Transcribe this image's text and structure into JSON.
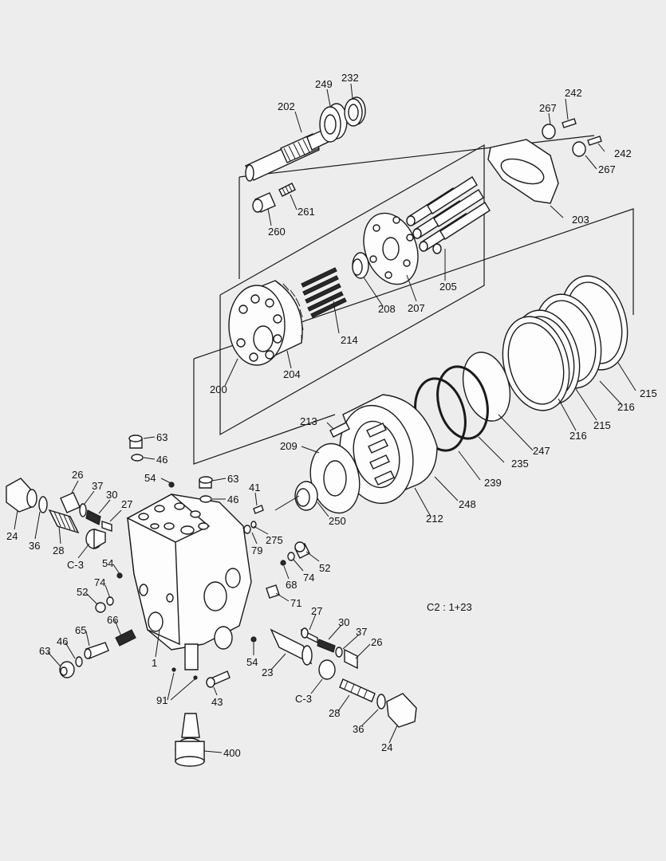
{
  "annotation": "C2 : 1+23",
  "labels": {
    "l232": "232",
    "l249": "249",
    "l202": "202",
    "l242a": "242",
    "l267a": "267",
    "l242b": "242",
    "l267b": "267",
    "l261": "261",
    "l260": "260",
    "l203": "203",
    "l205": "205",
    "l207": "207",
    "l208": "208",
    "l214": "214",
    "l204": "204",
    "l200": "200",
    "l215a": "215",
    "l216a": "216",
    "l215b": "215",
    "l216b": "216",
    "l213": "213",
    "l209": "209",
    "l247": "247",
    "l235": "235",
    "l239": "239",
    "l248": "248",
    "l212": "212",
    "l250": "250",
    "l63a": "63",
    "l46a": "46",
    "l63b": "63",
    "l46b": "46",
    "l54a": "54",
    "l41": "41",
    "l26a": "26",
    "l37a": "37",
    "l30a": "30",
    "l27a": "27",
    "l24a": "24",
    "l36a": "36",
    "l28a": "28",
    "lC3a": "C-3",
    "l79": "79",
    "l275": "275",
    "l52a": "52",
    "l74a": "74",
    "l68": "68",
    "l54b": "54",
    "l74b": "74",
    "l52b": "52",
    "l71": "71",
    "l66": "66",
    "l65": "65",
    "l46c": "46",
    "l63c": "63",
    "l1": "1",
    "l27b": "27",
    "l30b": "30",
    "l37b": "37",
    "l26b": "26",
    "l54c": "54",
    "l23": "23",
    "lC3b": "C-3",
    "l28b": "28",
    "l36b": "36",
    "l24b": "24",
    "l91": "91",
    "l43": "43",
    "l400": "400"
  }
}
